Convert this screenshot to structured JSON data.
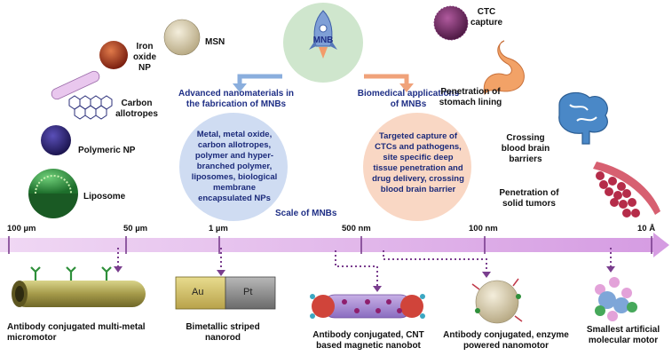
{
  "center": {
    "label": "MNB"
  },
  "left_branch": {
    "title": "Advanced nanomaterials in the fabrication of MNBs",
    "circle_text": "Metal, metal oxide, carbon allotropes, polymer and hyper-branched polymer, liposomes, biological membrane encapsulated NPs"
  },
  "right_branch": {
    "title": "Biomedical applications of MNBs",
    "circle_text": "Targeted capture of CTCs and pathogens, site specific deep tissue penetration and drug delivery, crossing blood brain barrier"
  },
  "materials": {
    "mn": "MSN",
    "iron": "Iron oxide NP",
    "carbon": "Carbon allotropes",
    "polymeric": "Polymeric NP",
    "liposome": "Liposome"
  },
  "applications": {
    "ctc": "CTC capture",
    "stomach": "Penetration of stomach lining",
    "brain": "Crossing blood brain barriers",
    "tumor": "Penetration of solid tumors"
  },
  "scale": {
    "title": "Scale of MNBs",
    "ticks": [
      "100 µm",
      "50 µm",
      "1 µm",
      "500 nm",
      "100 nm",
      "10 Å"
    ]
  },
  "bottom": {
    "micromotor": "Antibody conjugated multi-metal micromotor",
    "nanorod": "Bimetallic striped nanorod",
    "au": "Au",
    "pt": "Pt",
    "nanobot": "Antibody conjugated, CNT based magnetic nanobot",
    "nanomotor": "Antibody conjugated, enzyme powered nanomotor",
    "molecular": "Smallest artificial molecular motor"
  },
  "colors": {
    "left_circle": "#cfdcf2",
    "right_circle": "#f9d7c4",
    "center_circle": "#cfe6cd",
    "scale_bar": "#e2b5ea",
    "title_blue": "#1f2f86"
  }
}
